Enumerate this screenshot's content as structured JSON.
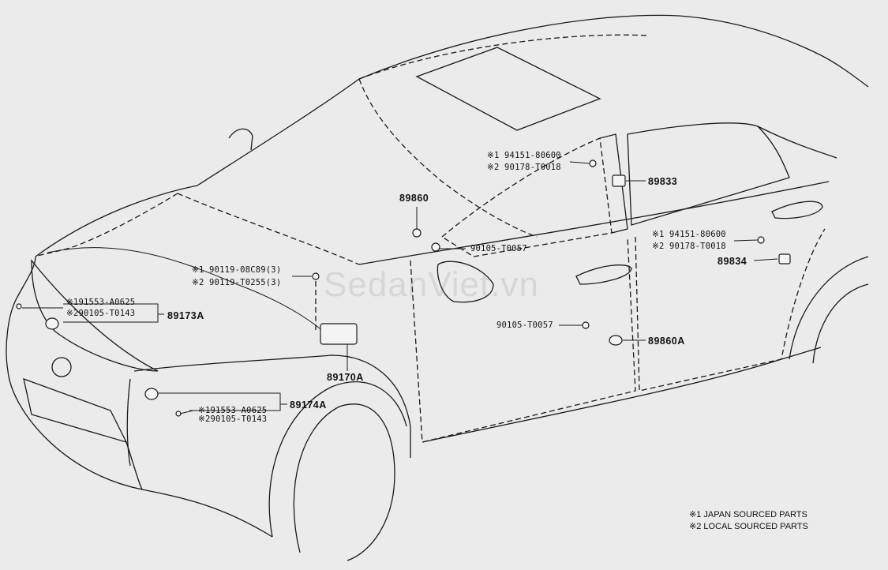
{
  "watermark": "SedanViet.vn",
  "parts": {
    "p89860": "89860",
    "p89833": "89833",
    "p89834": "89834",
    "p89860A": "89860A",
    "p89170A": "89170A",
    "p89173A": "89173A",
    "p89174A": "89174A"
  },
  "callouts": {
    "door_fwd_j": "※1 94151-80600",
    "door_fwd_l": "※2 90178-T0018",
    "door_rear_j": "※1 94151-80600",
    "door_rear_l": "※2 90178-T0018",
    "nut_a": "90105-T0057",
    "nut_b": "90105-T0057",
    "bolt_j": "※1 90119-08C89(3)",
    "bolt_l": "※2 90119-T0255(3)",
    "front_a_1": "※191553-A0625",
    "front_a_2": "※290105-T0143",
    "front_b_1": "※191553-A0625",
    "front_b_2": "※290105-T0143"
  },
  "legend": {
    "line1": "※1 JAPAN SOURCED PARTS",
    "line2": "※2 LOCAL SOURCED PARTS"
  }
}
